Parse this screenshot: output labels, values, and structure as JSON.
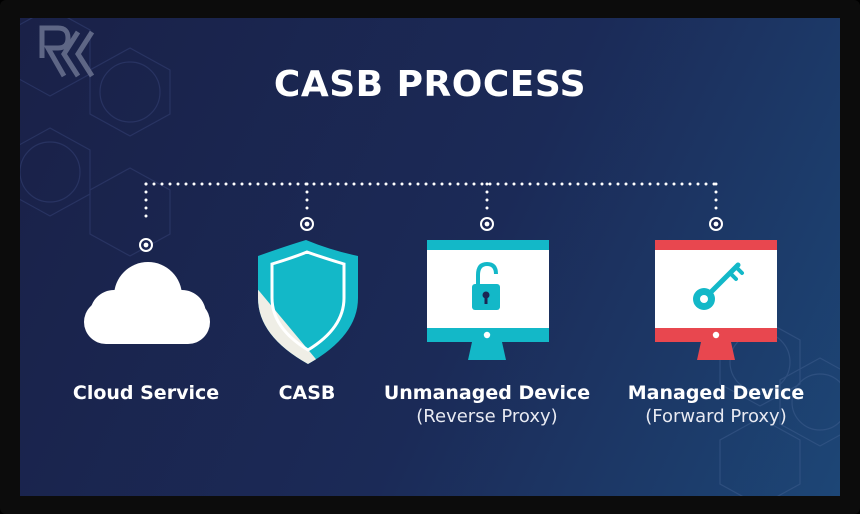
{
  "title": "CASB PROCESS",
  "watermark_logo": "RK",
  "colors": {
    "background_start": "#1a2148",
    "background_end": "#1d4676",
    "accent_teal": "#13b8c8",
    "accent_red": "#e8474f",
    "white": "#ffffff"
  },
  "items": [
    {
      "name": "Cloud Service",
      "sub": "",
      "icon": "cloud-icon"
    },
    {
      "name": "CASB",
      "sub": "",
      "icon": "shield-icon"
    },
    {
      "name": "Unmanaged Device",
      "sub": "(Reverse Proxy)",
      "icon": "monitor-unlocked-icon"
    },
    {
      "name": "Managed Device",
      "sub": "(Forward Proxy)",
      "icon": "monitor-key-icon"
    }
  ]
}
